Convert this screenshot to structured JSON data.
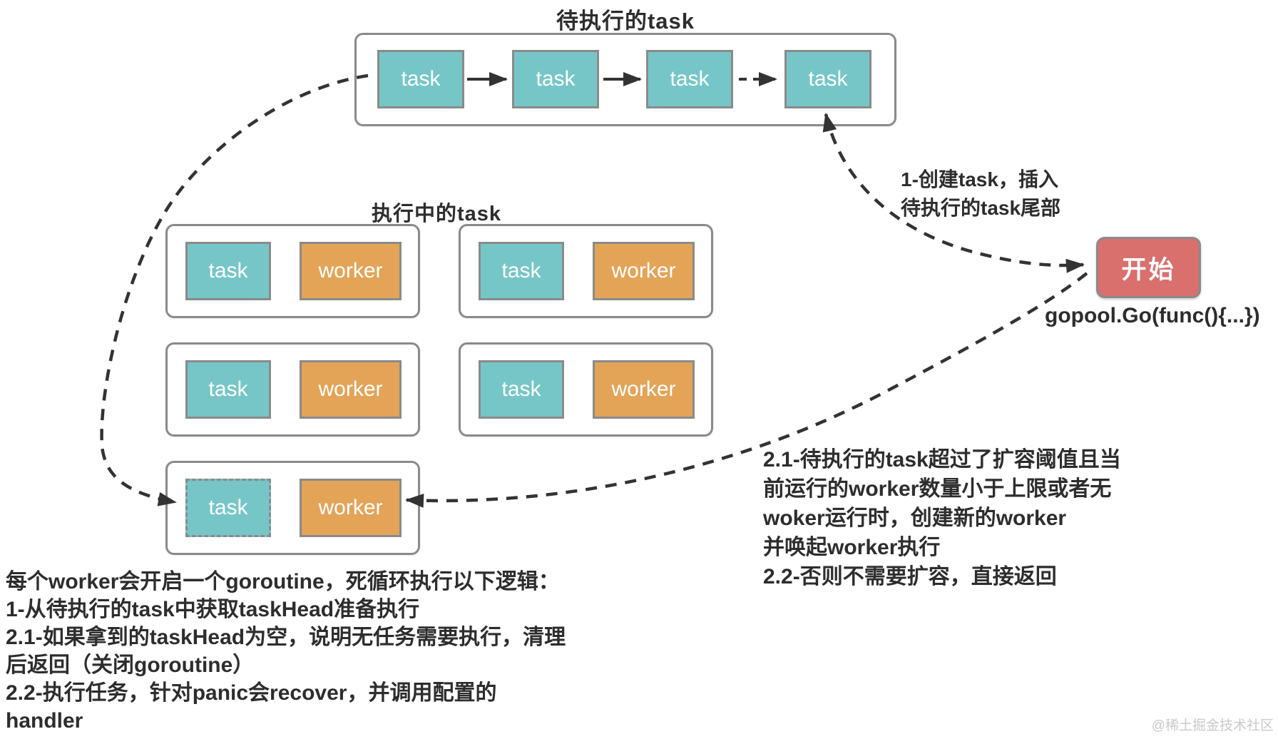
{
  "pending": {
    "title": "待执行的task",
    "tasks": [
      "task",
      "task",
      "task",
      "task"
    ]
  },
  "running": {
    "title": "执行中的task",
    "task_label": "task",
    "worker_label": "worker"
  },
  "start": {
    "label": "开始",
    "code": "gopool.Go(func(){...})"
  },
  "annotations": {
    "insert": [
      "1-创建task，插入",
      "待执行的task尾部"
    ],
    "scale": [
      "2.1-待执行的task超过了扩容阈值且当",
      "前运行的worker数量小于上限或者无",
      "woker运行时，创建新的worker",
      "并唤起worker执行",
      "2.2-否则不需要扩容，直接返回"
    ],
    "worker_loop": [
      "每个worker会开启一个goroutine，死循环执行以下逻辑：",
      "1-从待执行的task中获取taskHead准备执行",
      "2.1-如果拿到的taskHead为空，说明无任务需要执行，清理",
      "后返回（关闭goroutine）",
      "2.2-执行任务，针对panic会recover，并调用配置的",
      "handler"
    ]
  },
  "watermark": "@稀土掘金技术社区",
  "colors": {
    "task_fill": "#76c6c8",
    "worker_fill": "#e3a458",
    "start_fill": "#d9706e",
    "border": "#8a8a8a",
    "arrow": "#333333",
    "text": "#2d2d2d",
    "watermark": "#c9c9c9"
  }
}
